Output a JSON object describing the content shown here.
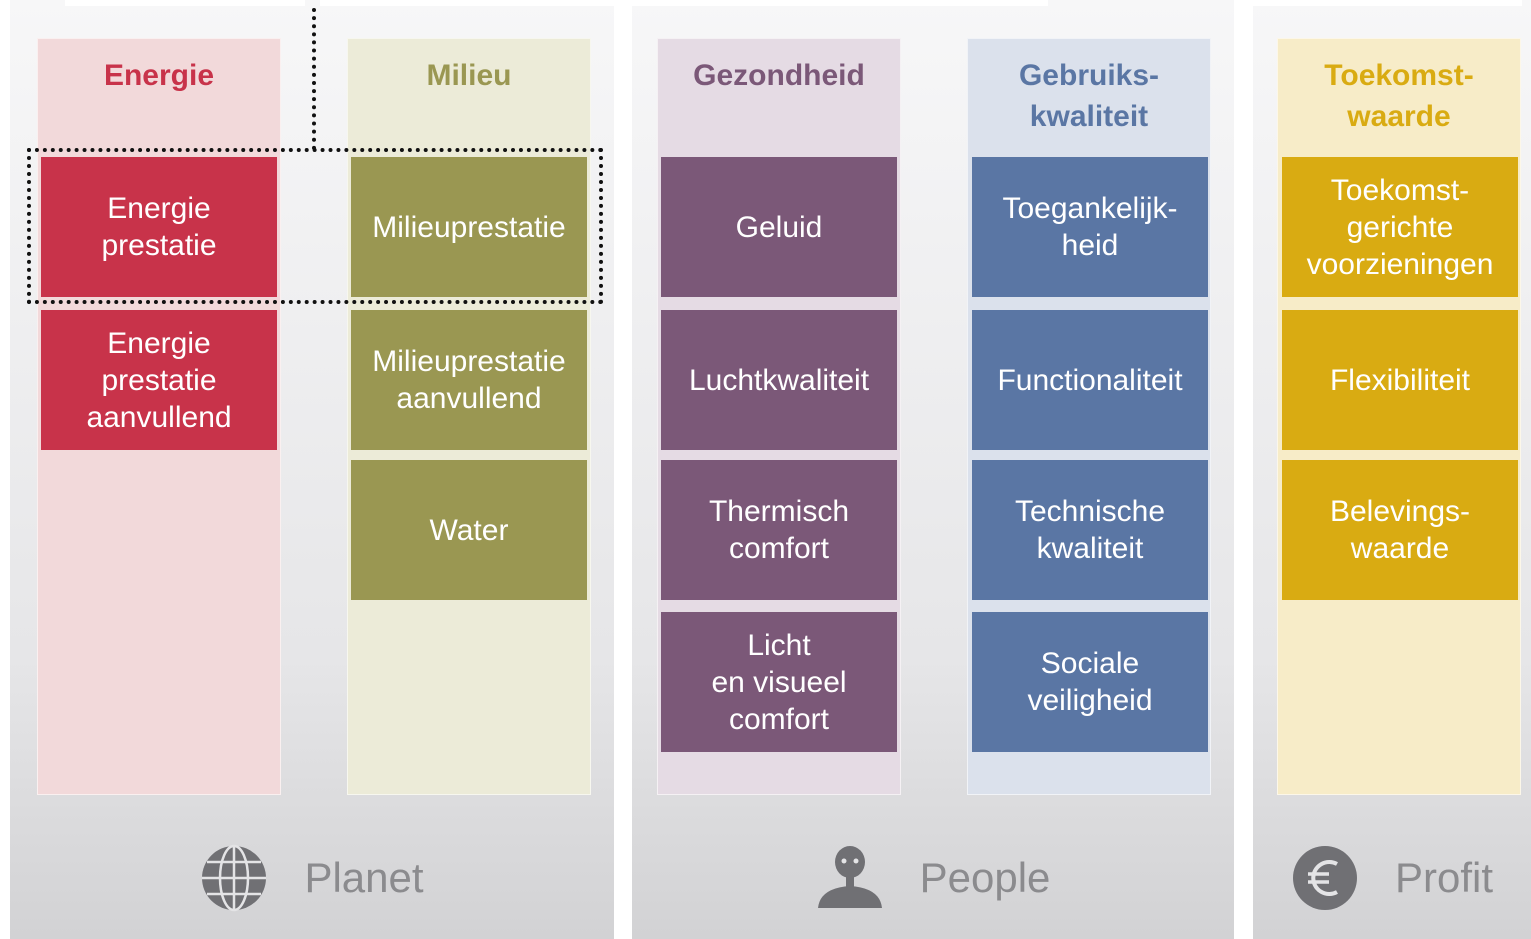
{
  "groups": {
    "planet": {
      "label": "Planet",
      "icon": "globe-icon",
      "columns": [
        {
          "title": "Energie",
          "color": "#c8334a",
          "bg": "#f2d9da",
          "items": [
            "Energie\nprestatie",
            "Energie\nprestatie\naanvullend"
          ]
        },
        {
          "title": "Milieu",
          "color": "#9a9752",
          "bg": "#ecebd8",
          "items": [
            "Milieuprestatie",
            "Milieuprestatie\naanvullend",
            "Water"
          ]
        }
      ]
    },
    "people": {
      "label": "People",
      "icon": "person-icon",
      "columns": [
        {
          "title": "Gezondheid",
          "color": "#7b5878",
          "bg": "#e5dbe4",
          "items": [
            "Geluid",
            "Luchtkwaliteit",
            "Thermisch\ncomfort",
            "Licht\nen visueel\ncomfort"
          ]
        },
        {
          "title": "Gebruiks-\nkwaliteit",
          "color": "#5a76a4",
          "bg": "#dbe1ec",
          "items": [
            "Toegankelijk-\nheid",
            "Functionaliteit",
            "Technische\nkwaliteit",
            "Sociale\nveiligheid"
          ]
        }
      ]
    },
    "profit": {
      "label": "Profit",
      "icon": "euro-icon",
      "columns": [
        {
          "title": "Toekomst-\nwaarde",
          "color": "#d9ab12",
          "bg": "#f7ecc8",
          "items": [
            "Toekomst-\ngerichte\nvoorzieningen",
            "Flexibiliteit",
            "Belevings-\nwaarde"
          ]
        }
      ]
    }
  }
}
